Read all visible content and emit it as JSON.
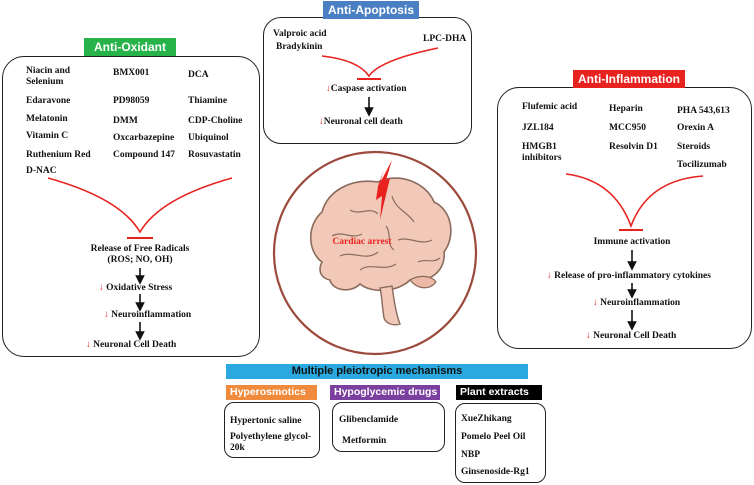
{
  "colors": {
    "green": "#27b24a",
    "blue": "#4b7fc4",
    "red": "#e8221f",
    "cyan": "#29a9df",
    "orange": "#f08a3c",
    "purple": "#7b3fa0",
    "black": "#000000",
    "brain": "#f2c9b8",
    "brain_line": "#8a6b5c",
    "circle": "#9c4a3c"
  },
  "anti_oxidant": {
    "title": "Anti-Oxidant",
    "drugs": [
      "Niacin and Selenium",
      "BMX001",
      "DCA",
      "Edaravone",
      "PD98059",
      "Thiamine",
      "Melatonin",
      "DMM",
      "CDP-Choline",
      "Vitamin C",
      "Oxcarbazepine",
      "Ubiquinol",
      "Ruthenium Red",
      "Compound 147",
      "Rosuvastatin",
      "D-NAC"
    ],
    "release_line1": "Release of Free Radicals",
    "release_line2": "(ROS; NO, OH)",
    "steps": [
      "Oxidative Stress",
      "Neuroinflammation",
      "Neuronal Cell Death"
    ]
  },
  "anti_apoptosis": {
    "title": "Anti-Apoptosis",
    "drugs": [
      "Valproic acid",
      "Bradykinin",
      "LPC-DHA"
    ],
    "steps": [
      "Caspase activation",
      "Neuronal cell death"
    ]
  },
  "anti_inflammation": {
    "title": "Anti-Inflammation",
    "drugs": [
      "Flufemic acid",
      "Heparin",
      "PHA 543,613",
      "JZL184",
      "MCC950",
      "Orexin A",
      "HMGB1 inhibitors",
      "Resolvin D1",
      "Steroids",
      "Tocilizumab"
    ],
    "activation": "Immune activation",
    "steps": [
      "Release of pro-inflammatory cytokines",
      "Neuroinflammation",
      "Neuronal Cell Death"
    ]
  },
  "center": {
    "label": "Cardiac arrest"
  },
  "pleiotropic": {
    "title": "Multiple pleiotropic mechanisms",
    "hyperosmotics": {
      "title": "Hyperosmotics",
      "items": [
        "Hypertonic saline",
        "Polyethylene glycol-20k"
      ]
    },
    "hypoglycemic": {
      "title": "Hypoglycemic drugs",
      "items": [
        "Glibenclamide",
        "Metformin"
      ]
    },
    "plant": {
      "title": "Plant extracts",
      "items": [
        "XueZhikang",
        "Pomelo Peel Oil",
        "NBP",
        "Ginsenoside-Rg1"
      ]
    }
  }
}
